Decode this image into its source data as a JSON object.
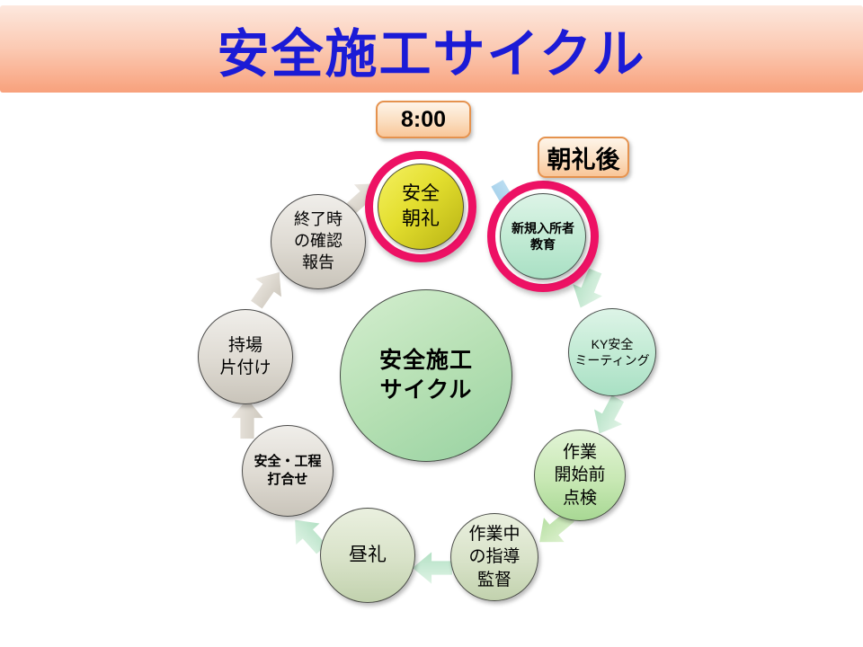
{
  "title": "安全施工サイクル",
  "badges": {
    "time": "8:00",
    "after_morning": "朝礼後"
  },
  "center_node": {
    "line1": "安全施工",
    "line2": "サイクル"
  },
  "nodes": [
    {
      "name": "safety-morning-assembly",
      "line1": "安全",
      "line2": "朝礼",
      "line3": ""
    },
    {
      "name": "newcomer-education",
      "line1": "新規入所者",
      "line2": "教育",
      "line3": ""
    },
    {
      "name": "ky-safety-meeting",
      "line1": "KY安全",
      "line2": "ミーティング",
      "line3": ""
    },
    {
      "name": "pre-work-inspection",
      "line1": "作業",
      "line2": "開始前",
      "line3": "点検"
    },
    {
      "name": "supervision-during-work",
      "line1": "作業中",
      "line2": "の指導",
      "line3": "監督"
    },
    {
      "name": "noon-assembly",
      "line1": "昼礼",
      "line2": "",
      "line3": ""
    },
    {
      "name": "safety-process-meeting",
      "line1": "安全・工程",
      "line2": "打合せ",
      "line3": ""
    },
    {
      "name": "workplace-cleanup",
      "line1": "持場",
      "line2": "片付け",
      "line3": ""
    },
    {
      "name": "end-of-day-check-report",
      "line1": "終了時",
      "line2": "の確認",
      "line3": "報告"
    }
  ],
  "colors": {
    "title_text": "#1b1bd6",
    "banner_top": "#fde8de",
    "banner_bottom": "#f8a17c",
    "highlight_ring": "#ed1164",
    "yellow_node": "#e3de2e",
    "mint_node": "#c3ebd5",
    "green_node": "#c8e8b4",
    "gray_node": "#dedad2",
    "center_node": "#b4dfb2",
    "arrow_blue": "#9bcbe8",
    "arrow_green": "#b0dfc2",
    "arrow_gray": "#ccc6bb",
    "badge_border": "#e5924e"
  }
}
